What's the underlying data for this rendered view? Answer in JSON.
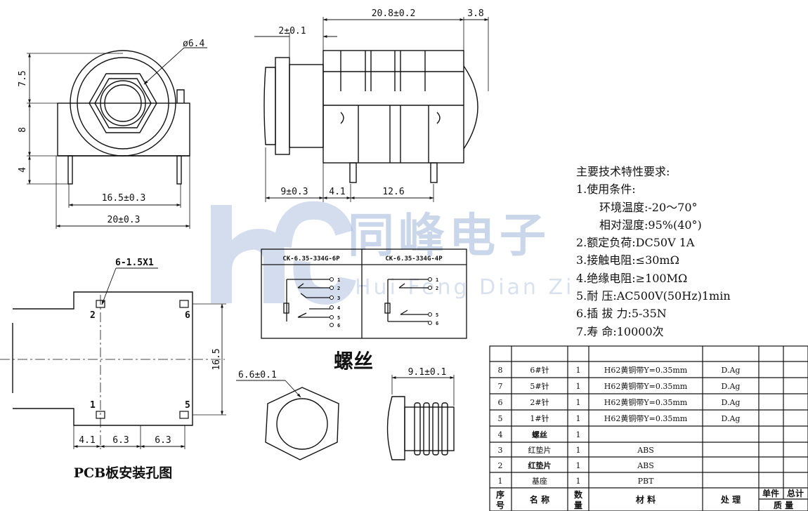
{
  "dimensions": {
    "diameter": "ø6.4",
    "h_7_5": "7.5",
    "h_8": "8",
    "h_4": "4",
    "w_16_5": "16.5±0.3",
    "w_20": "20±0.3",
    "len_20_8": "20.8±0.2",
    "len_3_8": "3.8",
    "len_2": "2±0.1",
    "len_9": "9±0.3",
    "len_4_1": "4.1",
    "len_12_6": "12.6",
    "pcb_hole": "6-1.5X1",
    "pcb_16_5": "16.5",
    "pcb_4_1": "4.1",
    "pcb_6_3_a": "6.3",
    "pcb_6_3_b": "6.3",
    "nut_6_6": "6.6±0.1",
    "screw_9_1": "9.1±0.1"
  },
  "pcb_pins": [
    "1",
    "2",
    "5",
    "6"
  ],
  "labels": {
    "pcb_title": "PCB板安装孔图",
    "screw_title": "螺丝"
  },
  "schematic": {
    "left_title": "CK-6.35-334G-6P",
    "right_title": "CK-6.35-334G-4P",
    "left_pins": [
      "1",
      "2",
      "3",
      "4",
      "5",
      "6"
    ],
    "right_pins": [
      "1",
      "2",
      "5",
      "6"
    ]
  },
  "specs": {
    "title": "主要技术特性要求:",
    "l1": "1.使用条件:",
    "l1a": "环境温度:-20～70°",
    "l1b": "相对湿度:95%(40°)",
    "l2": "2.额定负荷:DC50V 1A",
    "l3": "3.接触电阻:≤30mΩ",
    "l4": "4.绝缘电阻:≥100MΩ",
    "l5": "5.耐   压:AC500V(50Hz)1min",
    "l6": "6.插 拔 力:5-35N",
    "l7": "7.寿   命:10000次"
  },
  "bom": {
    "rows": [
      {
        "no": "8",
        "name": "6#针",
        "qty": "1",
        "material": "H62黄铜带Y=0.35mm",
        "finish": "D.Ag"
      },
      {
        "no": "7",
        "name": "5#针",
        "qty": "1",
        "material": "H62黄铜带Y=0.35mm",
        "finish": "D.Ag"
      },
      {
        "no": "6",
        "name": "2#针",
        "qty": "1",
        "material": "H62黄铜带Y=0.35mm",
        "finish": "D.Ag"
      },
      {
        "no": "5",
        "name": "1#针",
        "qty": "1",
        "material": "H62黄铜带Y=0.35mm",
        "finish": "D.Ag"
      },
      {
        "no": "4",
        "name": "螺丝",
        "qty": "1",
        "material": "",
        "finish": ""
      },
      {
        "no": "3",
        "name": "红垫片",
        "qty": "1",
        "material": "ABS",
        "finish": ""
      },
      {
        "no": "2",
        "name": "红垫片",
        "qty": "1",
        "material": "ABS",
        "finish": ""
      },
      {
        "no": "1",
        "name": "基座",
        "qty": "1",
        "material": "PBT",
        "finish": ""
      }
    ],
    "header": {
      "no_a": "序",
      "no_b": "号",
      "name": "名  称",
      "qty_a": "数",
      "qty_b": "量",
      "material": "材  料",
      "finish": "处  理",
      "unit": "单件",
      "total": "总计",
      "weight": "质  量"
    }
  },
  "watermark": {
    "cn": "同峰电子",
    "en": "Hui Feng Dian Zi"
  },
  "colors": {
    "line": "#111111",
    "watermark": "#9fb6d8"
  }
}
